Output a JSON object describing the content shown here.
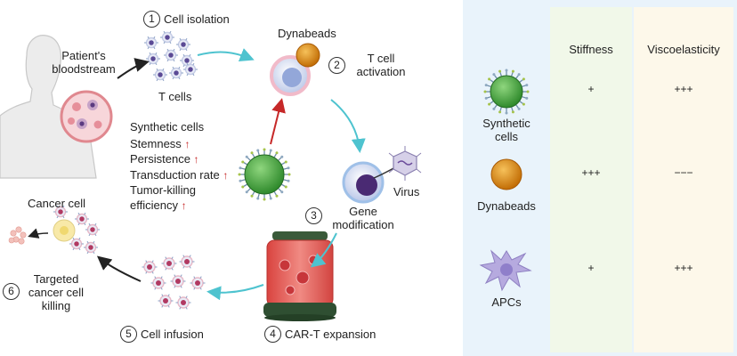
{
  "steps": {
    "s1": {
      "num": "1",
      "label": "Cell isolation"
    },
    "s2": {
      "num": "2",
      "label_line1": "T cell",
      "label_line2": "activation"
    },
    "s3": {
      "num": "3",
      "label_line1": "Gene",
      "label_line2": "modification"
    },
    "s4": {
      "num": "4",
      "label": "CAR-T expansion"
    },
    "s5": {
      "num": "5",
      "label": "Cell infusion"
    },
    "s6": {
      "num": "6",
      "label_line1": "Targeted",
      "label_line2": "cancer cell",
      "label_line3": "killing"
    }
  },
  "labels": {
    "patient_line1": "Patient's",
    "patient_line2": "bloodstream",
    "t_cells": "T cells",
    "dynabeads": "Dynabeads",
    "virus": "Virus",
    "cancer_cell": "Cancer cell"
  },
  "synthetic": {
    "title": "Synthetic cells",
    "items": [
      {
        "label": "Stemness",
        "arrow": "↑"
      },
      {
        "label": "Persistence",
        "arrow": "↑"
      },
      {
        "label": "Transduction rate",
        "arrow": "↑"
      },
      {
        "label": "Tumor-killing",
        "arrow": ""
      },
      {
        "label": "efficiency",
        "arrow": "↑"
      }
    ]
  },
  "table": {
    "headers": {
      "stiffness": "Stiffness",
      "viscoelasticity": "Viscoelasticity"
    },
    "rows": [
      {
        "name_line1": "Synthetic",
        "name_line2": "cells",
        "stiffness": "+",
        "viscoelasticity": "+++"
      },
      {
        "name_line1": "Dynabeads",
        "name_line2": "",
        "stiffness": "+++",
        "viscoelasticity": "−−−"
      },
      {
        "name_line1": "APCs",
        "name_line2": "",
        "stiffness": "+",
        "viscoelasticity": "+++"
      }
    ]
  },
  "icons": [
    "human-silhouette-icon",
    "blood-vessel-icon",
    "t-cell-icon",
    "dynabead-icon",
    "virus-icon",
    "synthetic-cell-icon",
    "bioreactor-icon",
    "cancer-cell-icon",
    "apc-icon"
  ],
  "colors": {
    "flow_arrow": "#4ec3cf",
    "activation_arrow": "#c62828",
    "synthetic_green": "#43a93f",
    "dynabead_orange": "#e08a10",
    "apc_purple": "#a99bd6",
    "reactor_red": "#e0534f",
    "panel_blue": "#e9f3fb",
    "panel_green": "#f1f8e9",
    "panel_cream": "#fdf8ea"
  }
}
